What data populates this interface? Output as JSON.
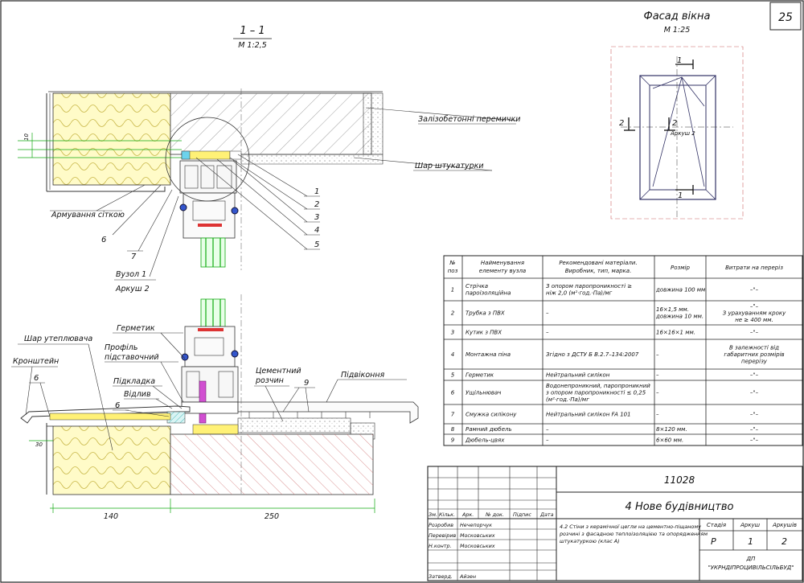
{
  "sheet_number": "25",
  "section": {
    "title": "1 – 1",
    "scale": "М 1:2,5"
  },
  "facade": {
    "title": "Фасад вікна",
    "scale": "М 1:25",
    "cut_1_top": "1",
    "cut_1_bottom": "1",
    "cut_2_left": "2",
    "cut_2_right": "2",
    "sheet_ref": "Аркуш 2"
  },
  "callouts": {
    "lintel": "Залізобетонні перемички",
    "plaster": "Шар штукатурки",
    "mesh": "Армування сіткою",
    "node": "Вузол 1",
    "node_sheet": "Аркуш 2",
    "sealant": "Герметик",
    "profile_1": "Профіль",
    "profile_2": "підставочний",
    "insulation_layer": "Шар утеплювача",
    "bracket": "Кронштейн",
    "pad": "Підкладка",
    "drip": "Відлив",
    "mortar_1": "Цементний",
    "mortar_2": "розчин",
    "sill": "Підвіконня"
  },
  "markers": {
    "m1": "1",
    "m2": "2",
    "m3": "3",
    "m4": "4",
    "m5": "5",
    "m6a": "6",
    "m7": "7",
    "m6b": "6",
    "m6c": "6",
    "m9": "9"
  },
  "dims": {
    "d10": "10",
    "d30": "30",
    "d140": "140",
    "d250": "250"
  },
  "table": {
    "headers": {
      "num_1": "№",
      "num_2": "поз",
      "name_1": "Найменування",
      "name_2": "елементу вузла",
      "mat_1": "Рекомендовані матеріали.",
      "mat_2": "Виробник, тип, марка.",
      "size": "Розмір",
      "cons": "Витрати на переріз"
    },
    "rows": [
      {
        "n": "1",
        "name": [
          "Стрічка",
          "пароізоляційна"
        ],
        "mat": [
          "З опором паропроникності ≥",
          "ніж 2,0 (м²·год.·Па)/мг"
        ],
        "size": [
          "довжина 100 мм"
        ],
        "cons": [
          "–\"–"
        ]
      },
      {
        "n": "2",
        "name": [
          "Трубка з ПВХ"
        ],
        "mat": [
          "–"
        ],
        "size": [
          "16×1,5 мм.",
          "довжина 10 мм."
        ],
        "cons": [
          "–\"–",
          "З урахуванням кроку",
          "не ≥ 400 мм."
        ]
      },
      {
        "n": "3",
        "name": [
          "Кутик з ПВХ"
        ],
        "mat": [
          "–"
        ],
        "size": [
          "16×16×1 мм."
        ],
        "cons": [
          "–\"–"
        ]
      },
      {
        "n": "4",
        "name": [
          "Монтажна піна"
        ],
        "mat": [
          "Згідно з ДСТУ Б В.2.7–134:2007"
        ],
        "size": [
          "–"
        ],
        "cons": [
          "В залежності від",
          "габаритних розмірів",
          "перерізу"
        ]
      },
      {
        "n": "5",
        "name": [
          "Герметик"
        ],
        "mat": [
          "Нейтральний силікон"
        ],
        "size": [
          "–"
        ],
        "cons": [
          "–\"–"
        ]
      },
      {
        "n": "6",
        "name": [
          "Ущільнювач"
        ],
        "mat": [
          "Водонепроникний, паропроникний",
          "з опором паропроникності ≤ 0,25",
          "(м²·год.·Па)/мг"
        ],
        "size": [
          "–"
        ],
        "cons": [
          "–\"–"
        ]
      },
      {
        "n": "7",
        "name": [
          "Смужка силікону"
        ],
        "mat": [
          "Нейтральний силікон FA 101"
        ],
        "size": [
          "–"
        ],
        "cons": [
          "–\"–"
        ]
      },
      {
        "n": "8",
        "name": [
          "Рамний дюбель"
        ],
        "mat": [
          "–"
        ],
        "size": [
          "8×120 мм."
        ],
        "cons": [
          "–\"–"
        ]
      },
      {
        "n": "9",
        "name": [
          "Дюбель-цвях"
        ],
        "mat": [
          "–"
        ],
        "size": [
          "6×60 мм."
        ],
        "cons": [
          "–\"–"
        ]
      }
    ]
  },
  "title_block": {
    "project_code": "11028",
    "section_name": "4 Нове будівництво",
    "description": [
      "4.2 Стіни з керамічної цегли на цементно-піщаному",
      "розчині з фасадною теплоізоляцією та опорядженням",
      "штукатуркою (клас А)"
    ],
    "col_labels": {
      "zm": "Зм.",
      "kilk": "Кільк.",
      "ark": "Арк.",
      "doc": "№ док.",
      "sign": "Підпис",
      "date": "Дата"
    },
    "roles": [
      {
        "role": "Розробив",
        "name": "Нечепорчук"
      },
      {
        "role": "Перевірив",
        "name": "Московських"
      },
      {
        "role": "Н.контр.",
        "name": "Московських"
      },
      {
        "role": "",
        "name": ""
      },
      {
        "role": "Затверд.",
        "name": "Айзен"
      }
    ],
    "stage_label": "Стадія",
    "sheet_label": "Аркуш",
    "sheets_label": "Аркушів",
    "stage": "Р",
    "sheet": "1",
    "sheets": "2",
    "org_1": "ДП",
    "org_2": "\"УКРНДІПРОЦИВІЛЬСІЛЬБУД\""
  }
}
